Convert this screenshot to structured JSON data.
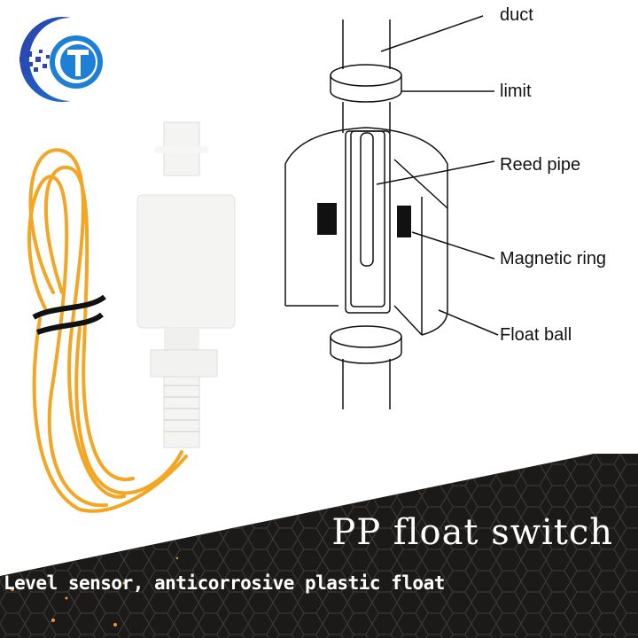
{
  "logo": {
    "icon": "ct-logo",
    "primary_color": "#1a5fb4",
    "dark_color": "#1a2f8c"
  },
  "product": {
    "description": "White PP float switch with yellow wire",
    "wire_color": "#f5a623",
    "body_color": "#f4f4f2"
  },
  "diagram": {
    "labels": [
      {
        "text": "duct"
      },
      {
        "text": "limit"
      },
      {
        "text": "Reed pipe"
      },
      {
        "text": "Magnetic ring"
      },
      {
        "text": "Float ball"
      }
    ]
  },
  "banner": {
    "title": "PP float switch",
    "subtitle": "Level sensor, anticorrosive plastic float",
    "background_color": "#1c1a19"
  }
}
